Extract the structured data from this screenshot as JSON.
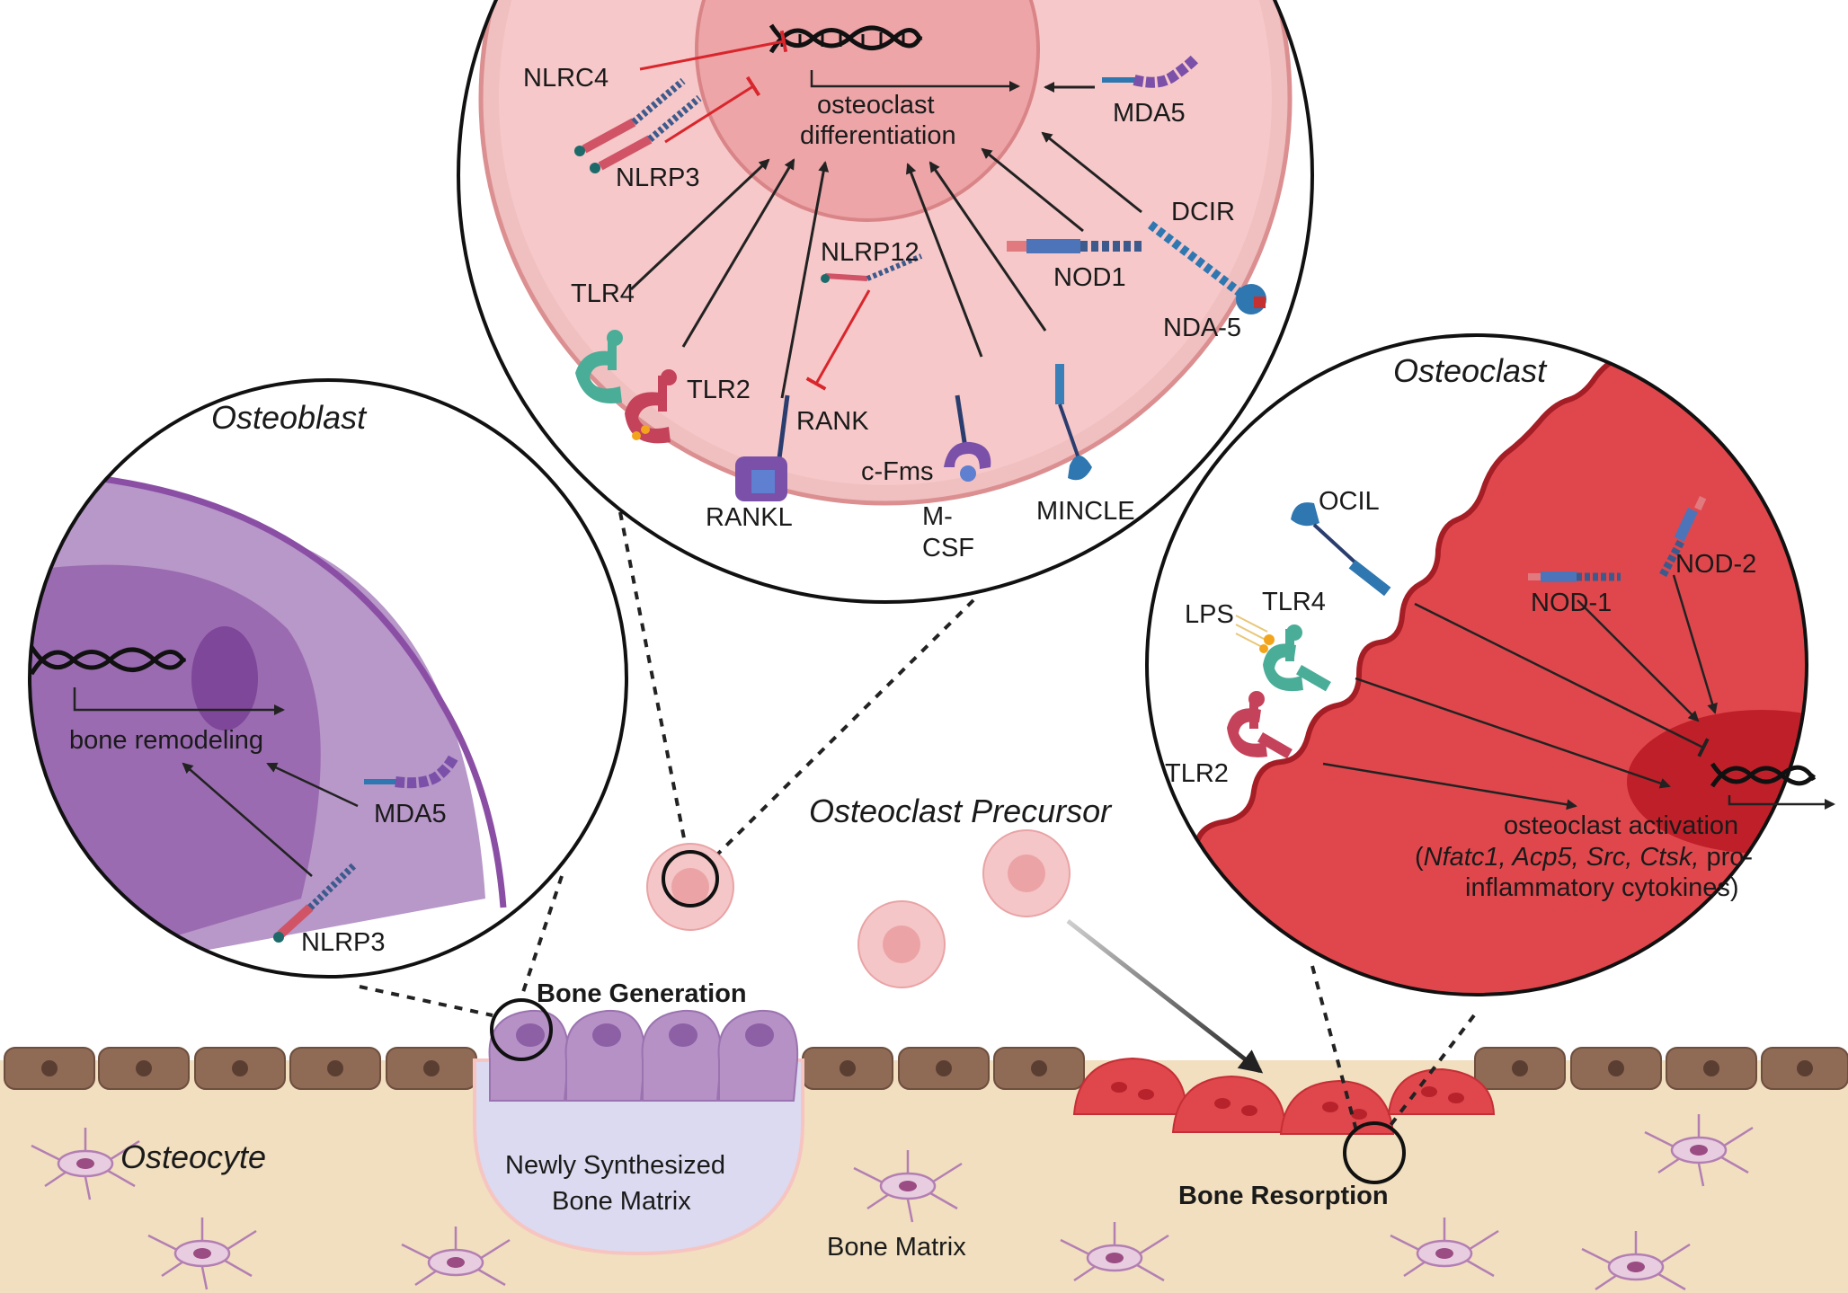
{
  "colors": {
    "background": "#ffffff",
    "bone_matrix": "#f1dfbf",
    "lining_cells": "#8f6a55",
    "new_matrix": "#dcdaf0",
    "osteoblast": "#a77dbc",
    "osteoclast_red": "#e0474c",
    "precursor_pink": "#f5c6c7",
    "inhibit_line": "#d8262c",
    "activate_line": "#222222"
  },
  "precursor_panel": {
    "nodes": {
      "nlrc4": "NLRC4",
      "nlrp3": "NLRP3",
      "nlrp12": "NLRP12",
      "tlr4": "TLR4",
      "tlr2": "TLR2",
      "rank": "RANK",
      "rankl": "RANKL",
      "cfms": "c-Fms",
      "mcsf_line1": "M-",
      "mcsf_line2": "CSF",
      "mincle": "MINCLE",
      "nod1": "NOD1",
      "dcir": "DCIR",
      "nda5": "NDA-5",
      "mda5": "MDA5",
      "outcome_line1": "osteoclast",
      "outcome_line2": "differentiation"
    }
  },
  "osteoblast_panel": {
    "title": "Osteoblast",
    "nodes": {
      "outcome": "bone remodeling",
      "mda5": "MDA5",
      "nlrp3": "NLRP3"
    }
  },
  "osteoclast_panel": {
    "title": "Osteoclast",
    "nodes": {
      "ocil": "OCIL",
      "lps": "LPS",
      "tlr4": "TLR4",
      "tlr2": "TLR2",
      "nod1": "NOD-1",
      "nod2": "NOD-2",
      "outcome_line1": "osteoclast activation",
      "outcome_line2_open": "(",
      "outcome_genes": "Nfatc1, Acp5, Src, Ctsk,",
      "outcome_line2_tail": " pro-",
      "outcome_line3": "inflammatory cytokines)"
    }
  },
  "scene": {
    "precursor_label": "Osteoclast Precursor",
    "bone_generation": "Bone Generation",
    "new_matrix_line1": "Newly Synthesized",
    "new_matrix_line2": "Bone Matrix",
    "bone_matrix": "Bone Matrix",
    "bone_resorption": "Bone Resorption",
    "osteocyte": "Osteocyte"
  }
}
